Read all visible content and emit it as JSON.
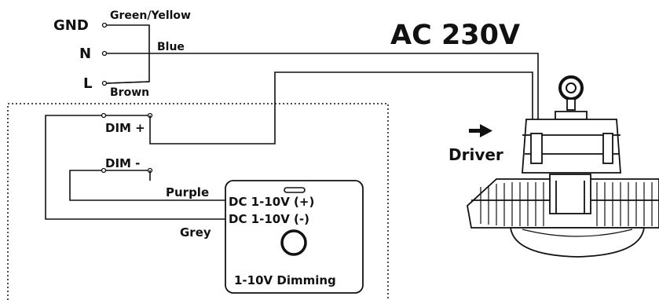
{
  "diagram": {
    "supply": {
      "title": "AC 230V"
    },
    "mains_terminals": [
      {
        "id": "gnd",
        "label": "GND",
        "wire": "Green/Yellow"
      },
      {
        "id": "n",
        "label": "N",
        "wire": "Blue"
      },
      {
        "id": "l",
        "label": "L",
        "wire": "Brown"
      }
    ],
    "dim_terminals": [
      {
        "id": "dim-plus",
        "label": "DIM +"
      },
      {
        "id": "dim-minus",
        "label": "DIM -"
      }
    ],
    "dimmer": {
      "title": "1-10V Dimming",
      "plus_label": "DC 1-10V (+)",
      "minus_label": "DC 1-10V (-)",
      "plus_wire": "Purple",
      "minus_wire": "Grey"
    },
    "driver": {
      "label": "Driver"
    }
  }
}
